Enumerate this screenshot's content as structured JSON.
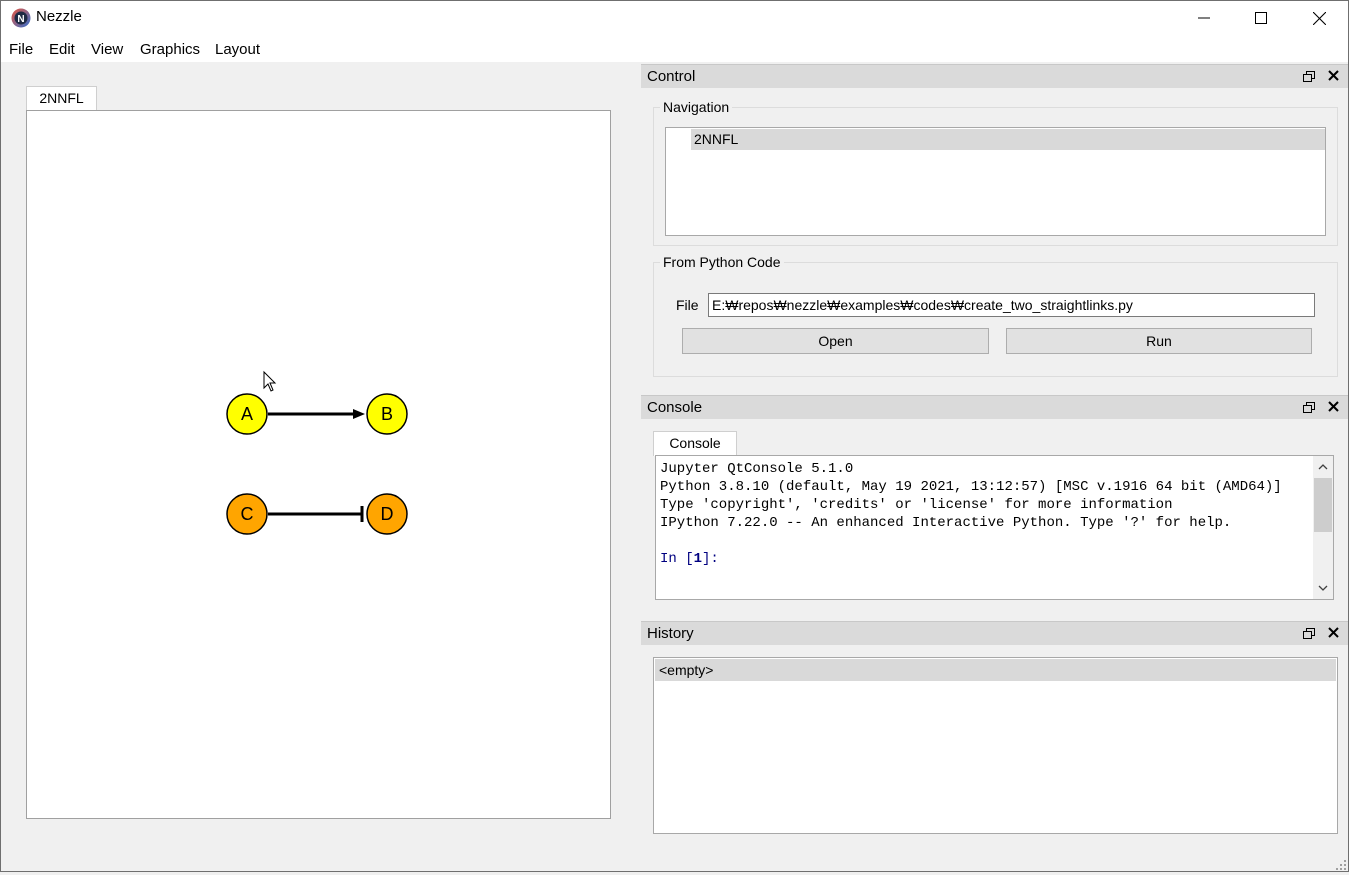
{
  "window": {
    "title": "Nezzle",
    "logo_letter": "N"
  },
  "menu": {
    "items": [
      "File",
      "Edit",
      "View",
      "Graphics",
      "Layout"
    ]
  },
  "network_tab": {
    "label": "2NNFL"
  },
  "graph": {
    "nodes": [
      {
        "id": "A",
        "label": "A",
        "color": "#ffff00"
      },
      {
        "id": "B",
        "label": "B",
        "color": "#ffff00"
      },
      {
        "id": "C",
        "label": "C",
        "color": "#ffa500"
      },
      {
        "id": "D",
        "label": "D",
        "color": "#ffa500"
      }
    ],
    "edges": [
      {
        "source": "A",
        "target": "B",
        "head": "arrow"
      },
      {
        "source": "C",
        "target": "D",
        "head": "hammer"
      }
    ]
  },
  "control": {
    "title": "Control",
    "navigation": {
      "label": "Navigation",
      "items": [
        "2NNFL"
      ]
    },
    "python_code": {
      "label": "From Python Code",
      "file_label": "File",
      "file_value": "E:₩repos₩nezzle₩examples₩codes₩create_two_straightlinks.py",
      "open_label": "Open",
      "run_label": "Run"
    }
  },
  "console": {
    "title": "Console",
    "tab_label": "Console",
    "lines": [
      "Jupyter QtConsole 5.1.0",
      "Python 3.8.10 (default, May 19 2021, 13:12:57) [MSC v.1916 64 bit (AMD64)]",
      "Type 'copyright', 'credits' or 'license' for more information",
      "IPython 7.22.0 -- An enhanced Interactive Python. Type '?' for help.",
      "",
      "In [1]:"
    ]
  },
  "history": {
    "title": "History",
    "items": [
      "<empty>"
    ]
  },
  "icons": {
    "minimize": "minimize-icon",
    "maximize": "maximize-icon",
    "close": "close-icon",
    "dock_float": "dock-float-icon",
    "dock_close": "dock-close-icon"
  }
}
